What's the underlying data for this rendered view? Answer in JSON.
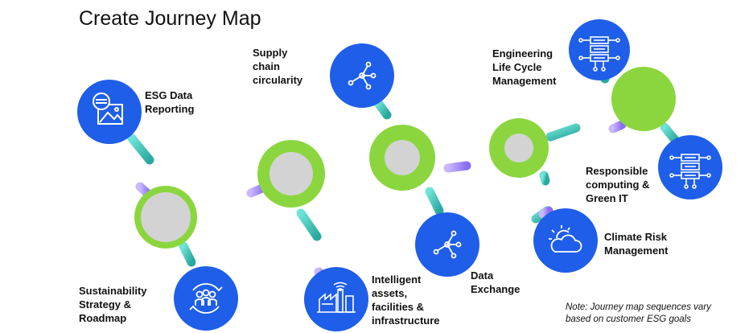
{
  "title": "Create Journey Map",
  "note": "Note: Journey map sequences vary\nbased on customer ESG goals",
  "colors": {
    "blue": "#1f5ee8",
    "green": "#8bd63e",
    "gray": "#d3d3d3",
    "teal": "#3fbfb5",
    "purple": "#9b7ff0"
  },
  "stations": [
    {
      "label": "ESG Data\nReporting",
      "icon": "chart-report-icon"
    },
    {
      "label": "Sustainability\nStrategy  &\nRoadmap",
      "icon": "people-cycle-icon"
    },
    {
      "label": "Supply\nchain\ncircularity",
      "icon": "network-node-icon"
    },
    {
      "label": "Intelligent\nassets,\nfacilities &\ninfrastructure",
      "icon": "factory-icon"
    },
    {
      "label": "Data\nExchange",
      "icon": "network-node-icon"
    },
    {
      "label": "Engineering\nLife Cycle\nManagement",
      "icon": "server-rack-icon"
    },
    {
      "label": "Responsible\ncomputing &\nGreen IT",
      "icon": "server-rack-icon"
    },
    {
      "label": "Climate Risk\nManagement",
      "icon": "weather-cloud-sun-icon"
    }
  ]
}
